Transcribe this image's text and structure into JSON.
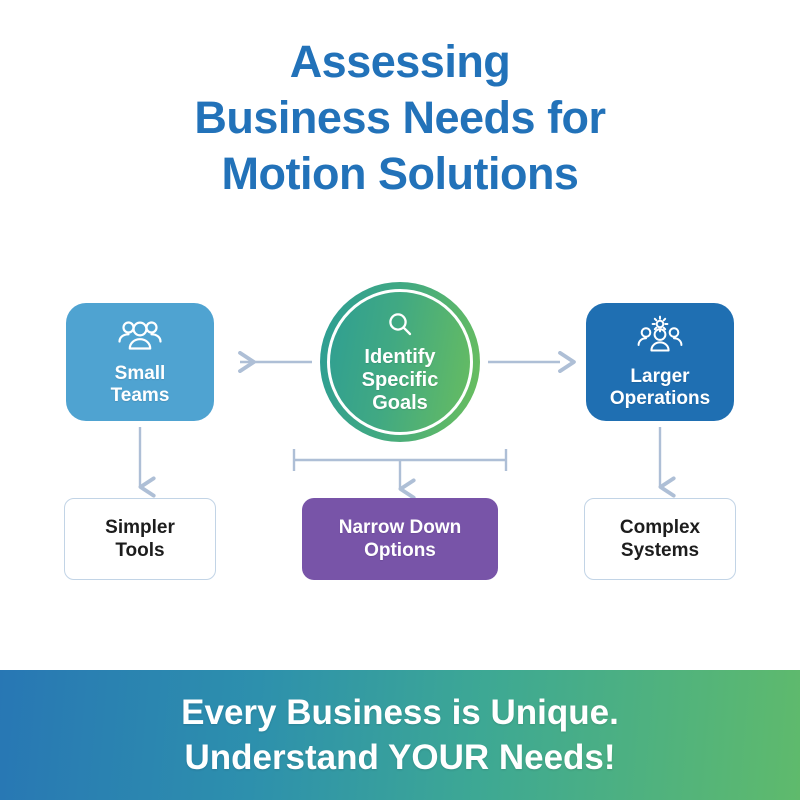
{
  "title": {
    "lines": [
      "Assessing",
      "Business Needs for",
      "Motion Solutions"
    ],
    "color": "#2272b9"
  },
  "diagram": {
    "center": {
      "label_lines": [
        "Identify",
        "Specific",
        "Goals"
      ],
      "icon": "magnifier-icon",
      "gradient_from": "#2c9d95",
      "gradient_to": "#6cbf5c",
      "ring_color": "#ffffff"
    },
    "branches": [
      {
        "id": "small-teams",
        "label_lines": [
          "Small",
          "Teams"
        ],
        "icon": "people-group-icon",
        "color": "#4fa3d1",
        "outcome": {
          "id": "simpler-tools",
          "label_lines": [
            "Simpler",
            "Tools"
          ],
          "background": "#ffffff",
          "border": "#c2d4e6",
          "text_color": "#1d1d1d"
        }
      },
      {
        "id": "larger-operations",
        "label_lines": [
          "Larger",
          "Operations"
        ],
        "icon": "gear-people-icon",
        "color": "#1f6fb2",
        "outcome": {
          "id": "complex-systems",
          "label_lines": [
            "Complex",
            "Systems"
          ],
          "background": "#ffffff",
          "border": "#c2d4e6",
          "text_color": "#1d1d1d"
        }
      }
    ],
    "center_outcome": {
      "id": "narrow-down-options",
      "label_lines": [
        "Narrow Down",
        "Options"
      ],
      "background": "#7854a8",
      "text_color": "#ffffff"
    },
    "connector_color": "#aebfd6"
  },
  "banner": {
    "lines": [
      "Every Business is Unique.",
      "Understand YOUR Needs!"
    ],
    "gradient_from": "#2877b4",
    "gradient_to": "#5fba6c",
    "text_color": "#ffffff"
  }
}
